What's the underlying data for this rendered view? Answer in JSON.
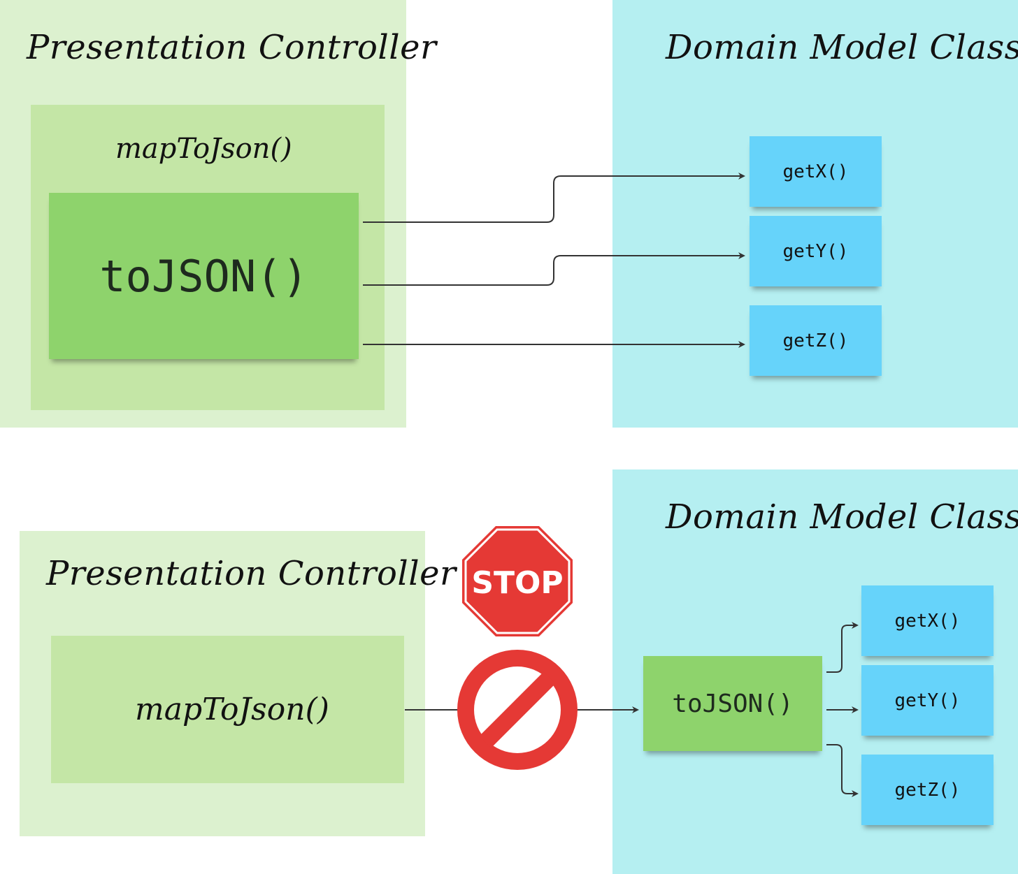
{
  "top": {
    "presentation_title": "Presentation Controller",
    "domain_title": "Domain Model Class",
    "method_label": "mapToJson()",
    "tojson_label": "toJSON()",
    "getters": [
      "getX()",
      "getY()",
      "getZ()"
    ]
  },
  "bottom": {
    "presentation_title": "Presentation Controller",
    "domain_title": "Domain Model Class",
    "method_label": "mapToJson()",
    "tojson_label": "toJSON()",
    "getters": [
      "getX()",
      "getY()",
      "getZ()"
    ],
    "stop_sign_text": "STOP"
  },
  "colors": {
    "presentation_zone": "#dcf1cf",
    "method_zone": "#c4e6a6",
    "domain_zone": "#b5eff1",
    "green_sticky": "#8ed36c",
    "blue_sticky": "#66d3fa",
    "stop_red": "#e53935"
  },
  "icons": {
    "stop": "stop-sign-icon",
    "prohibited": "no-entry-icon"
  }
}
